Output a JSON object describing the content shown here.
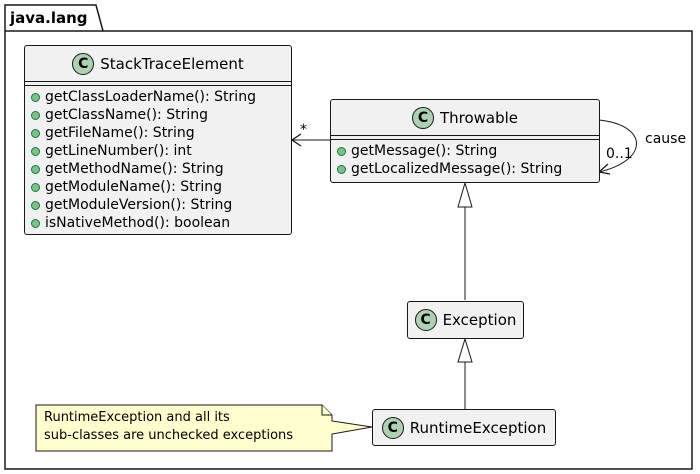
{
  "package": {
    "name": "java.lang"
  },
  "classes": {
    "stack_trace_element": {
      "name": "StackTraceElement",
      "badge": "C",
      "methods": [
        "getClassLoaderName(): String",
        "getClassName(): String",
        "getFileName(): String",
        "getLineNumber(): int",
        "getMethodName(): String",
        "getModuleName(): String",
        "getModuleVersion(): String",
        "isNativeMethod(): boolean"
      ]
    },
    "throwable": {
      "name": "Throwable",
      "badge": "C",
      "methods": [
        "getMessage(): String",
        "getLocalizedMessage(): String"
      ]
    },
    "exception": {
      "name": "Exception",
      "badge": "C"
    },
    "runtime_exception": {
      "name": "RuntimeException",
      "badge": "C"
    }
  },
  "relations": {
    "stack_trace_multiplicity": "*",
    "cause_label": "cause",
    "cause_multiplicity": "0..1"
  },
  "note": {
    "lines": [
      "RuntimeException and all its",
      "sub-classes are unchecked exceptions"
    ]
  },
  "colors": {
    "class_fill": "#f1f1f1",
    "badge_fill": "#add1b2",
    "note_fill": "#fefece",
    "public_dot": "#84be84",
    "border": "#181818"
  }
}
